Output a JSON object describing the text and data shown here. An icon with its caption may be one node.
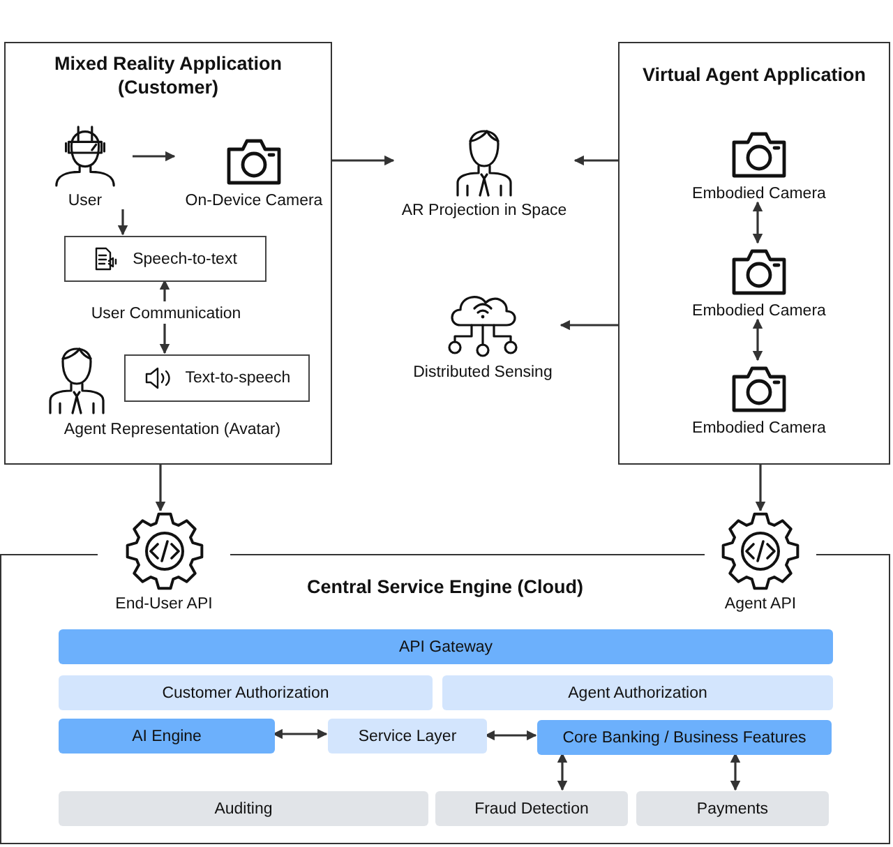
{
  "diagram": {
    "nodes": [
      {
        "text": [
          "Mixed Reality Application (Customer)"
        ]
      },
      {
        "text": [
          "User"
        ],
        "in": 0
      },
      {
        "text": [
          "On-Device Camera"
        ],
        "in": 0
      },
      {
        "text": [
          "Speech-to-text"
        ],
        "in": 0
      },
      {
        "text": [
          "User Communication"
        ],
        "in": 0
      },
      {
        "text": [
          "Text-to-speech"
        ],
        "in": 0
      },
      {
        "text": [],
        "shape": "person",
        "in": 0,
        "beside": [
          "Agent Representation (Avatar)"
        ]
      },
      {
        "text": [
          "AR Projection in Space"
        ]
      },
      {
        "text": [
          "Distributed Sensing"
        ]
      },
      {
        "text": [
          "Virtual Agent Application"
        ]
      },
      {
        "text": [
          "Embodied Camera"
        ],
        "in": 9
      },
      {
        "text": [
          "Embodied Camera"
        ],
        "in": 9
      },
      {
        "text": [
          "Embodied Camera"
        ],
        "in": 9
      },
      {
        "text": [
          "Central Service Engine (Cloud)"
        ]
      },
      {
        "text": [
          "End-User API"
        ]
      },
      {
        "text": [
          "Agent API"
        ]
      },
      {
        "text": [
          "API Gateway"
        ],
        "in": 13
      },
      {
        "text": [
          "Customer Authorization"
        ],
        "in": 13
      },
      {
        "text": [
          "Agent Authorization"
        ],
        "in": 13
      },
      {
        "text": [
          "AI Engine"
        ],
        "in": 13
      },
      {
        "text": [
          "Service Layer"
        ],
        "in": 13
      },
      {
        "text": [
          "Core  Banking / Business Features"
        ],
        "in": 13
      },
      {
        "text": [
          "Auditing"
        ],
        "in": 13
      },
      {
        "text": [
          "Fraud Detection"
        ],
        "in": 13
      },
      {
        "text": [
          "Payments"
        ],
        "in": 13
      }
    ],
    "edges": [
      {
        "from": 1,
        "to": 2,
        "arrow": "to"
      },
      {
        "from": 1,
        "to": 3,
        "arrow": "to"
      },
      {
        "from": 4,
        "to": 3,
        "arrow": "to"
      },
      {
        "from": 4,
        "to": 5,
        "arrow": "to"
      },
      {
        "from": 0,
        "to": 7,
        "arrow": "to"
      },
      {
        "from": 9,
        "to": 7,
        "arrow": "to"
      },
      {
        "from": 9,
        "to": 8,
        "arrow": "to"
      },
      {
        "from": 10,
        "to": 11,
        "arrow": "both"
      },
      {
        "from": 11,
        "to": 12,
        "arrow": "both"
      },
      {
        "from": 0,
        "to": 14,
        "arrow": "to"
      },
      {
        "from": 9,
        "to": 15,
        "arrow": "to"
      },
      {
        "from": 19,
        "to": 20,
        "arrow": "both"
      },
      {
        "from": 20,
        "to": 21,
        "arrow": "both"
      },
      {
        "from": 21,
        "to": 23,
        "arrow": "both"
      },
      {
        "from": 21,
        "to": 24,
        "arrow": "both"
      }
    ]
  }
}
